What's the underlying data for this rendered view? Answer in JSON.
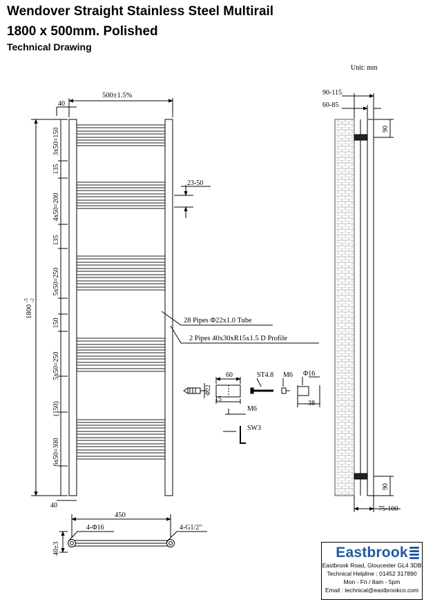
{
  "title": {
    "line1": "Wendover Straight Stainless Steel Multirail",
    "line2": "1800 x 500mm. Polished",
    "line3": "Technical Drawing"
  },
  "unit": "Unit: mm",
  "front": {
    "width": "500±1.5%",
    "left_top": "40",
    "left_bottom": "40",
    "height": "1800",
    "height_sup": "-5",
    "height_sub": "-2",
    "groups": [
      "3x50=150",
      "135",
      "4x50=200",
      "135",
      "5x50=250",
      "150",
      "5x50=250",
      "(150)",
      "6x50=300"
    ],
    "offset": "23-50",
    "callout_pipes": "28 Pipes Φ22x1.0 Tube",
    "callout_profile": "2 Pipes 40x30xR15x1.5 D Profile"
  },
  "side": {
    "top_outer": "90-115",
    "top_inner": "60-85",
    "bracket_top": "90",
    "bracket_bottom": "90",
    "bottom": "75-100"
  },
  "fixings": {
    "d22": "Φ22",
    "w60": "60",
    "w15": "15",
    "st": "ST4.8",
    "m6a": "M6",
    "d16": "Φ16",
    "w38": "38",
    "m6b": "M6",
    "sw": "SW3"
  },
  "bottom_view": {
    "width": "450",
    "holes": "4-Φ16",
    "thread": "4-G1/2\"",
    "depth": "40±3"
  },
  "company": {
    "name": "Eastbrook",
    "address": "Eastbrook Road, Gloucester GL4 3DB",
    "helpline": "Technical Helpline : 01452 317890",
    "hours": "Mon - Fri / 8am - 5pm",
    "email": "Email : technical@eastbrookco.com"
  }
}
